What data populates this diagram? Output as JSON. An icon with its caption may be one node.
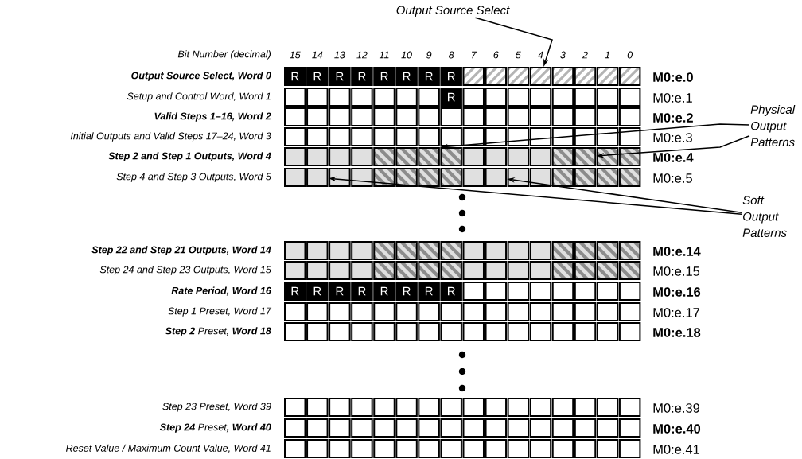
{
  "diagram": {
    "nodes": [
      {
        "text": [
          "Output Source Select"
        ]
      },
      {
        "text": [
          "Physical Output Patterns"
        ]
      },
      {
        "text": [
          "Soft Output Patterns"
        ]
      },
      {
        "text": [],
        "shape": "box"
      },
      {
        "text": [],
        "shape": "box"
      },
      {
        "text": [],
        "shape": "box"
      },
      {
        "text": [],
        "shape": "box"
      },
      {
        "text": [],
        "shape": "box"
      }
    ],
    "edges": [
      {
        "from": 0,
        "to": 3,
        "arrow": "to"
      },
      {
        "from": 1,
        "to": 4,
        "arrow": "to"
      },
      {
        "from": 1,
        "to": 5,
        "arrow": "to"
      },
      {
        "from": 2,
        "to": 6,
        "arrow": "to"
      },
      {
        "from": 2,
        "to": 7,
        "arrow": "to"
      }
    ],
    "labels": [
      "Bit Number (decimal)",
      "15",
      "14",
      "13",
      "12",
      "11",
      "10",
      "9",
      "8",
      "7",
      "6",
      "5",
      "4",
      "3",
      "2",
      "1",
      "0",
      "Output Source Select, Word 0",
      "R",
      "R",
      "R",
      "R",
      "R",
      "R",
      "R",
      "R",
      "M0:e.0",
      "Setup and Control Word, Word 1",
      "R",
      "M0:e.1",
      "Valid Steps 1–16, Word 2",
      "M0:e.2",
      "Initial Outputs and Valid Steps 17–24, Word 3",
      "M0:e.3",
      "Step 2 and Step 1 Outputs, Word 4",
      "M0:e.4",
      "Step 4 and Step 3 Outputs, Word 5",
      "M0:e.5",
      "Step 22 and Step 21 Outputs, Word 14",
      "M0:e.14",
      "Step 24 and Step 23 Outputs, Word 15",
      "M0:e.15",
      "Rate Period, Word 16",
      "R",
      "R",
      "R",
      "R",
      "R",
      "R",
      "R",
      "R",
      "M0:e.16",
      "Step 1 Preset, Word 17",
      "M0:e.17",
      "**Step 2** Preset**, Word 18**",
      "M0:e.18",
      "Step 23 Preset, Word 39",
      "M0:e.39",
      "**Step 24** Preset**, Word 40**",
      "M0:e.40",
      "Reset Value / Maximum Count Value, Word 41",
      "M0:e.41"
    ]
  }
}
